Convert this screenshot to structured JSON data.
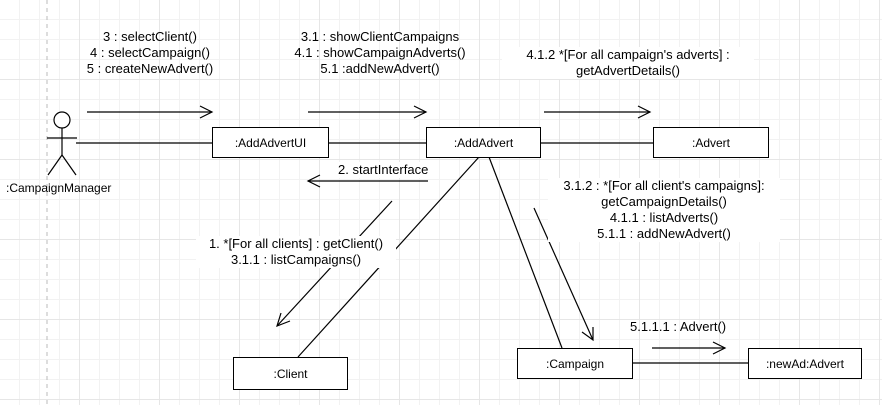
{
  "actor": {
    "label": ":CampaignManager"
  },
  "objects": {
    "add_advert_ui": ":AddAdvertUI",
    "add_advert": ":AddAdvert",
    "advert": ":Advert",
    "client": ":Client",
    "campaign": ":Campaign",
    "new_ad": ":newAd:Advert"
  },
  "messages": {
    "actor_to_ui": [
      "3 : selectClient()",
      "4 : selectCampaign()",
      "5 : createNewAdvert()"
    ],
    "ui_to_addadvert": [
      "3.1 : showClientCampaigns",
      "4.1 : showCampaignAdverts()",
      "5.1 :addNewAdvert()"
    ],
    "addadvert_to_advert": [
      "4.1.2 *[For all campaign's adverts] :",
      "getAdvertDetails()"
    ],
    "addadvert_to_ui": [
      "2. startInterface"
    ],
    "addadvert_to_client": [
      "1. *[For all clients] : getClient()",
      "3.1.1 : listCampaigns()"
    ],
    "addadvert_to_campaign": [
      "3.1.2 : *[For all client's campaigns]:",
      "getCampaignDetails()",
      "4.1.1 : listAdverts()",
      "5.1.1 : addNewAdvert()"
    ],
    "campaign_to_newad": [
      "5.1.1.1 : Advert()"
    ]
  },
  "colors": {
    "line": "#000000",
    "grid": "#e6e6e6",
    "background": "#ffffff"
  }
}
